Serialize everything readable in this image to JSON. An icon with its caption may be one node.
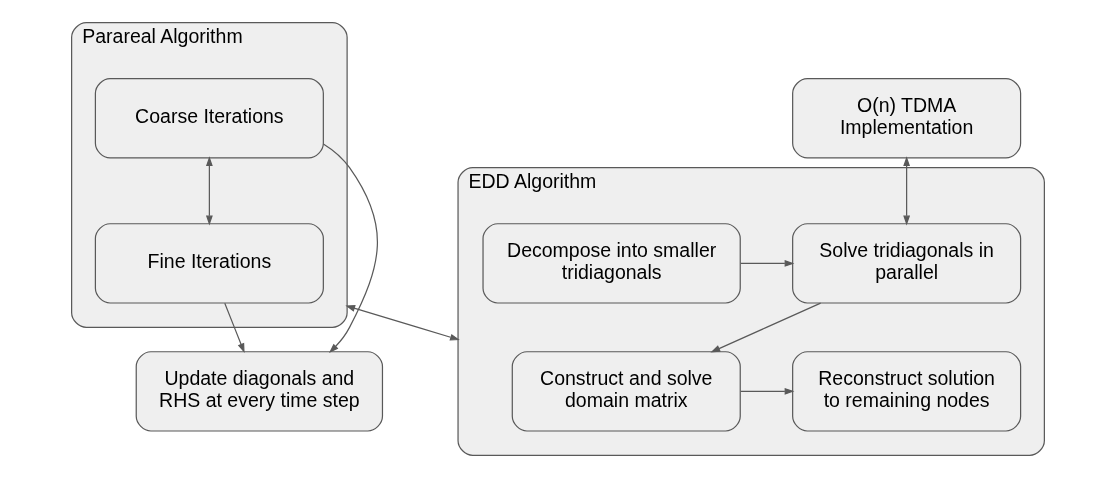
{
  "diagram": {
    "nodes": [
      {
        "text": [
          "Update diagonals and RHS at every time step"
        ]
      },
      {
        "text": [
          "O(n) TDMA Implementation"
        ]
      },
      {
        "text": [
          "Parareal Algorithm"
        ]
      },
      {
        "text": [
          "Coarse Iterations"
        ],
        "in": 2
      },
      {
        "text": [
          "Fine Iterations"
        ],
        "in": 2
      },
      {
        "text": [
          "EDD Algorithm"
        ]
      },
      {
        "text": [
          "Decompose into smaller tridiagonals"
        ],
        "in": 5
      },
      {
        "text": [
          "Solve tridiagonals in parallel"
        ],
        "in": 5
      },
      {
        "text": [
          "Reconstruct solution to remaining nodes"
        ],
        "in": 5
      },
      {
        "text": [
          "Construct and solve domain matrix"
        ],
        "in": 5
      }
    ],
    "edges": [
      {
        "from": 3,
        "to": 0,
        "arrow": "to"
      },
      {
        "from": 4,
        "to": 0,
        "arrow": "to"
      },
      {
        "from": 3,
        "to": 4,
        "arrow": "both"
      },
      {
        "from": 2,
        "to": 5,
        "arrow": "both"
      },
      {
        "from": 1,
        "to": 7,
        "arrow": "both"
      },
      {
        "from": 6,
        "to": 7,
        "arrow": "to"
      },
      {
        "from": 7,
        "to": 9,
        "arrow": "to"
      },
      {
        "from": 9,
        "to": 8,
        "arrow": "to"
      }
    ]
  }
}
